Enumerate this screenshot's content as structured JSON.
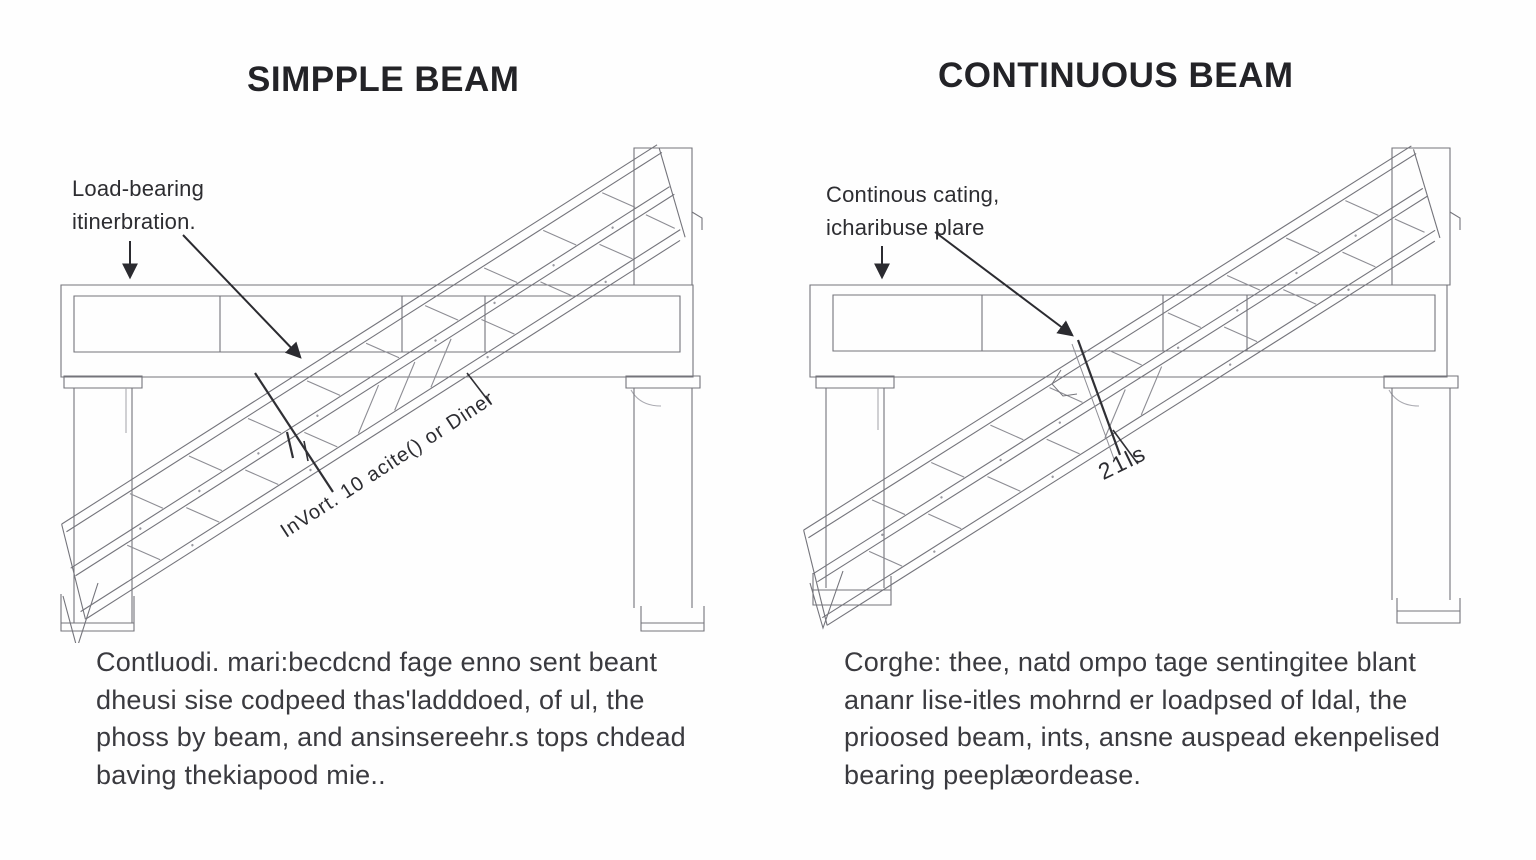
{
  "colors": {
    "background": "#fefefe",
    "title_text": "#232327",
    "annotation_text": "#2d2d31",
    "caption_text": "#3a3a3f",
    "drawing_line": "#74747b",
    "drawing_line_light": "#a9a9b0",
    "leader_dark": "#303035"
  },
  "panels": [
    {
      "title": "SIMPPLE BEAM",
      "annotation_line1": "Load-bearing",
      "annotation_line2": "itinerbration.",
      "beam_label": "InVort. 10 acite() or Diner",
      "caption_lines": [
        "Contluodi. mari:becdcnd fage enno sent beant",
        "dheusi sise codpeed thas'ladddoed, of ul, the",
        "phoss by beam, and ansinsereehr.s tops chdead",
        "baving thekiapood mie.."
      ]
    },
    {
      "title": "CONTINUOUS BEAM",
      "annotation_line1": "Continous cating,",
      "annotation_line2": "icharibuse plare",
      "beam_label": "21ls",
      "caption_lines": [
        "Corghe: thee, natd ompo tage sentingitee blant",
        "ananr lise-itles mohrnd er loadpsed of ldal, the",
        "prioosed beam, ints, ansne auspead ekenpelised",
        "bearing peeplæordease."
      ]
    }
  ]
}
